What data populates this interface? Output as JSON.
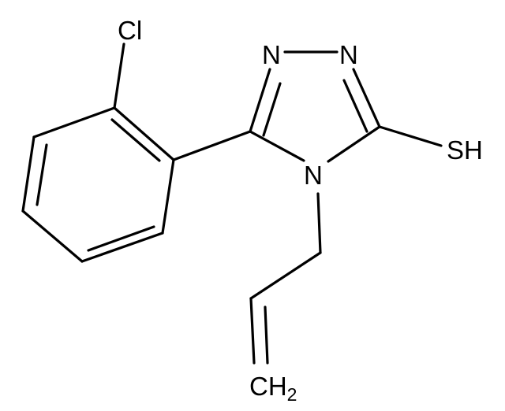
{
  "molecule": {
    "atoms": {
      "cl": "Cl",
      "n1": "N",
      "n2": "N",
      "n4": "N",
      "sh": "SH",
      "ch2_main": "CH",
      "ch2_sub": "2"
    }
  },
  "colors": {
    "ink": "#000000",
    "background": "#ffffff"
  }
}
